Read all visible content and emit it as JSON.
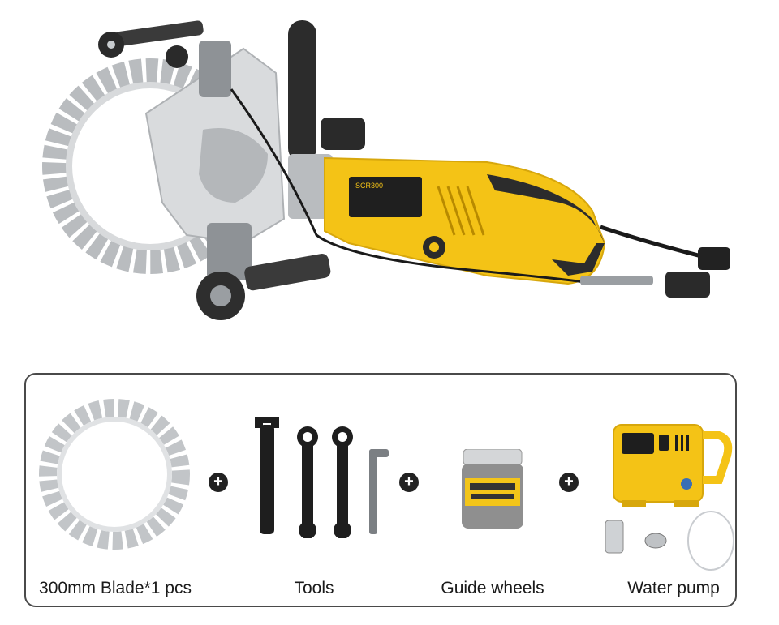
{
  "product": {
    "name": "",
    "machine_badge": "SCR300"
  },
  "kit": {
    "plus_symbol": "+",
    "items": [
      {
        "label": "300mm Blade*1 pcs",
        "icon": "ring-blade-icon"
      },
      {
        "label": "Tools",
        "icon": "wrench-set-icon"
      },
      {
        "label": "Guide wheels",
        "icon": "jar-of-wheels-icon"
      },
      {
        "label": "Water pump",
        "icon": "water-pump-icon"
      }
    ]
  },
  "colors": {
    "body_yellow": "#f4c316",
    "dark_grip": "#2c2c2c",
    "steel": "#c8cccf",
    "border": "#4a4a4a"
  }
}
